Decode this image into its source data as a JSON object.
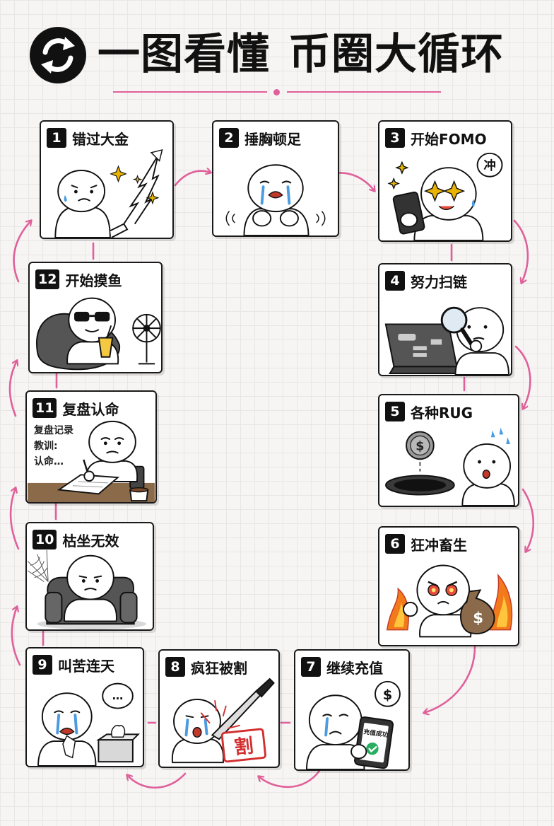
{
  "header": {
    "title_part1": "一图看懂",
    "title_part2": "币圈大循环",
    "icon": "refresh-cycle-icon"
  },
  "colors": {
    "accent": "#e0609a",
    "ink": "#111111",
    "tear": "#4a9be0",
    "sparkle": "#e8b400",
    "fire": "#f27a1a"
  },
  "steps": [
    {
      "num": "1",
      "label": "错过大金"
    },
    {
      "num": "2",
      "label": "捶胸顿足"
    },
    {
      "num": "3",
      "label": "开始FOMO",
      "bubble": "冲"
    },
    {
      "num": "4",
      "label": "努力扫链"
    },
    {
      "num": "5",
      "label": "各种RUG"
    },
    {
      "num": "6",
      "label": "狂冲畜生"
    },
    {
      "num": "7",
      "label": "继续充值",
      "phone_text": "充值成功"
    },
    {
      "num": "8",
      "label": "疯狂被割",
      "stamp": "割"
    },
    {
      "num": "9",
      "label": "叫苦连天",
      "bubble": "…"
    },
    {
      "num": "10",
      "label": "枯坐无效"
    },
    {
      "num": "11",
      "label": "复盘认命",
      "notes": [
        "复盘记录",
        "教训:",
        "认命…"
      ]
    },
    {
      "num": "12",
      "label": "开始摸鱼"
    }
  ]
}
